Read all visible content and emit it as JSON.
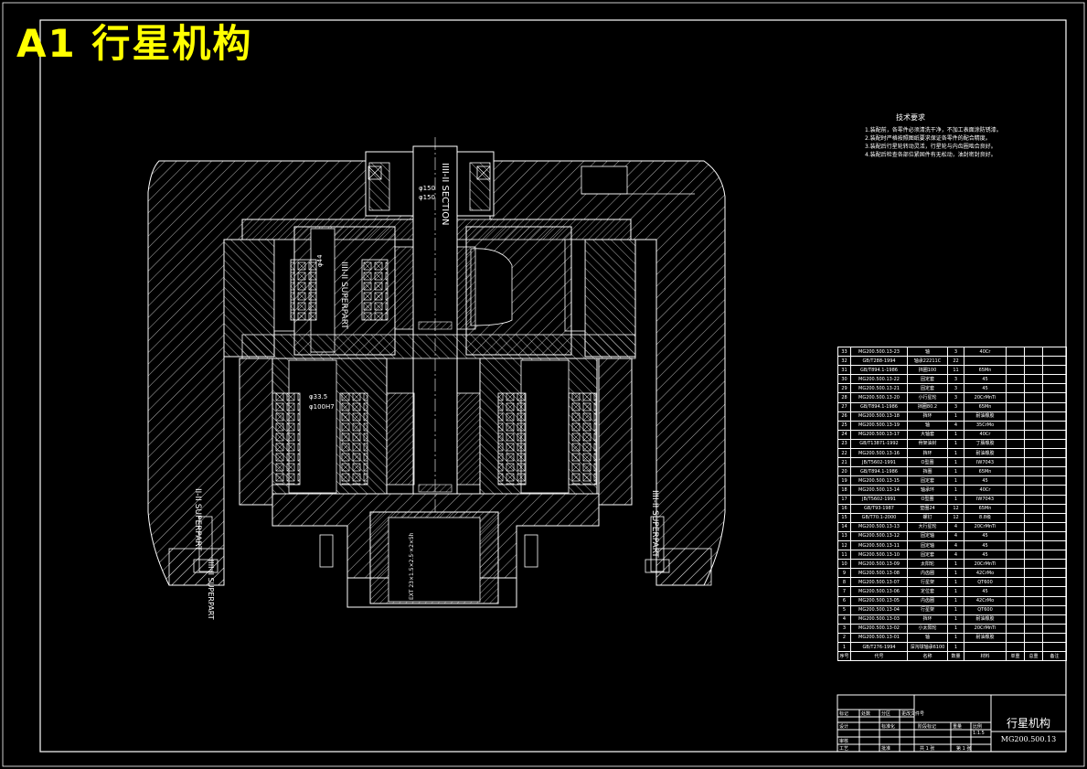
{
  "sheet": {
    "title": "A1  行星机构",
    "drawing_name": "行星机构",
    "drawing_code": "MG200.500.13",
    "scale": "1:1.5"
  },
  "tech_requirements": {
    "title": "技术要求",
    "items": [
      "1.装配前，各零件必须清洗干净，不加工表面涂防锈漆。",
      "2.装配时严格按照图纸要求保证各零件的配合精度。",
      "3.装配后行星轮转动灵活，行星轮与内齿圈啮合良好。",
      "4.装配后检查各部位紧固件有无松动，油封密封良好。"
    ]
  },
  "labels": {
    "sec_a": "IIII-II SECTION",
    "sec_b": "IIII-II SUPERPART",
    "sec_c": "II-II SUPERPART",
    "sec_d": "IIII-II SUPERPART",
    "sec_e": "IIII-II SUPERPART",
    "dim1": "φ150",
    "dim2": "φ150",
    "dim3": "φ33.5",
    "dim4": "φ100H7",
    "dim5": "φ44",
    "spline": "EXT 23×1.5×2.5·×2×5h"
  },
  "bom": {
    "headers": [
      "序号",
      "代号",
      "名称",
      "数量",
      "材料",
      "单重",
      "总重",
      "备注"
    ],
    "rows": [
      [
        "33",
        "MG200.500.13-23",
        "轴",
        "3",
        "40Cr",
        "",
        "",
        ""
      ],
      [
        "32",
        "GB/T288-1994",
        "轴承22211C",
        "22",
        "",
        "",
        "",
        ""
      ],
      [
        "31",
        "GB/T894.1-1986",
        "挡圈100",
        "11",
        "65Mn",
        "",
        "",
        ""
      ],
      [
        "30",
        "MG200.500.13-22",
        "固定套",
        "3",
        "45",
        "",
        "",
        ""
      ],
      [
        "29",
        "MG200.500.13-21",
        "固定套",
        "3",
        "45",
        "",
        "",
        ""
      ],
      [
        "28",
        "MG200.500.13-20",
        "小行星轮",
        "3",
        "20CrMnTi",
        "",
        "",
        ""
      ],
      [
        "27",
        "GB/T894.1-1986",
        "挡圈80.2",
        "3",
        "65Mn",
        "",
        "",
        ""
      ],
      [
        "26",
        "MG200.500.13-18",
        "挡环",
        "1",
        "耐油橡胶",
        "",
        "",
        ""
      ],
      [
        "25",
        "MG200.500.13-19",
        "轴",
        "4",
        "35CrMo",
        "",
        "",
        ""
      ],
      [
        "24",
        "MG200.500.13-17",
        "大轴套",
        "1",
        "40Cr",
        "",
        "",
        ""
      ],
      [
        "23",
        "GB/T13871-1992",
        "骨架油封",
        "1",
        "丁腈橡胶",
        "",
        "",
        ""
      ],
      [
        "22",
        "MG200.500.13-16",
        "挡环",
        "1",
        "耐油橡胶",
        "",
        "",
        ""
      ],
      [
        "21",
        "JB/T5602-1991",
        "O型圈",
        "1",
        "IW7043",
        "",
        "",
        ""
      ],
      [
        "20",
        "GB/T894.1-1986",
        "挡圈",
        "1",
        "65Mn",
        "",
        "",
        ""
      ],
      [
        "19",
        "MG200.500.13-15",
        "固定套",
        "1",
        "45",
        "",
        "",
        ""
      ],
      [
        "18",
        "MG200.500.13-14",
        "轴承环",
        "1",
        "40Cr",
        "",
        "",
        ""
      ],
      [
        "17",
        "JB/T5602-1991",
        "O型圈",
        "1",
        "IW7043",
        "",
        "",
        ""
      ],
      [
        "16",
        "GB/T93-1987",
        "垫圈24",
        "12",
        "65Mn",
        "",
        "",
        ""
      ],
      [
        "15",
        "GB/T70.1-2000",
        "螺钉",
        "12",
        "8.8级",
        "",
        "",
        ""
      ],
      [
        "14",
        "MG200.500.13-13",
        "大行星轮",
        "4",
        "20CrMnTi",
        "",
        "",
        ""
      ],
      [
        "13",
        "MG200.500.13-12",
        "固定轴",
        "4",
        "45",
        "",
        "",
        ""
      ],
      [
        "12",
        "MG200.500.13-11",
        "固定轴",
        "4",
        "45",
        "",
        "",
        ""
      ],
      [
        "11",
        "MG200.500.13-10",
        "固定套",
        "4",
        "45",
        "",
        "",
        ""
      ],
      [
        "10",
        "MG200.500.13-09",
        "太阳轮",
        "1",
        "20CrMnTi",
        "",
        "",
        ""
      ],
      [
        "9",
        "MG200.500.13-08",
        "内齿圈",
        "1",
        "42CrMo",
        "",
        "",
        ""
      ],
      [
        "8",
        "MG200.500.13-07",
        "行星架",
        "1",
        "QT600",
        "",
        "",
        ""
      ],
      [
        "7",
        "MG200.500.13-06",
        "定位套",
        "1",
        "45",
        "",
        "",
        ""
      ],
      [
        "6",
        "MG200.500.13-05",
        "内齿圈",
        "1",
        "42CrMo",
        "",
        "",
        ""
      ],
      [
        "5",
        "MG200.500.13-04",
        "行星架",
        "1",
        "QT600",
        "",
        "",
        ""
      ],
      [
        "4",
        "MG200.500.13-03",
        "挡环",
        "1",
        "耐油橡胶",
        "",
        "",
        ""
      ],
      [
        "3",
        "MG200.500.13-02",
        "小太阳轮",
        "1",
        "20CrMnTi",
        "",
        "",
        ""
      ],
      [
        "2",
        "MG200.500.13-01",
        "轴",
        "1",
        "耐油橡胶",
        "",
        "",
        ""
      ],
      [
        "1",
        "GB/T276-1994",
        "深沟球轴承6100",
        "1",
        "",
        "",
        "",
        ""
      ]
    ]
  },
  "title_block": {
    "r1": [
      "标记",
      "处数",
      "分区",
      "更改文件号",
      "签名",
      "日期"
    ],
    "r2": [
      "设计",
      "",
      "标准化",
      "",
      "阶段标记",
      "重量",
      "比例"
    ],
    "r3": [
      "审核",
      "",
      "",
      "",
      "",
      "",
      ""
    ],
    "r4": [
      "工艺",
      "",
      "批准",
      "",
      "共 1 张",
      "第 1 张"
    ]
  },
  "colors": {
    "background": "#000000",
    "line": "#ffffff",
    "title": "#ffff00"
  }
}
